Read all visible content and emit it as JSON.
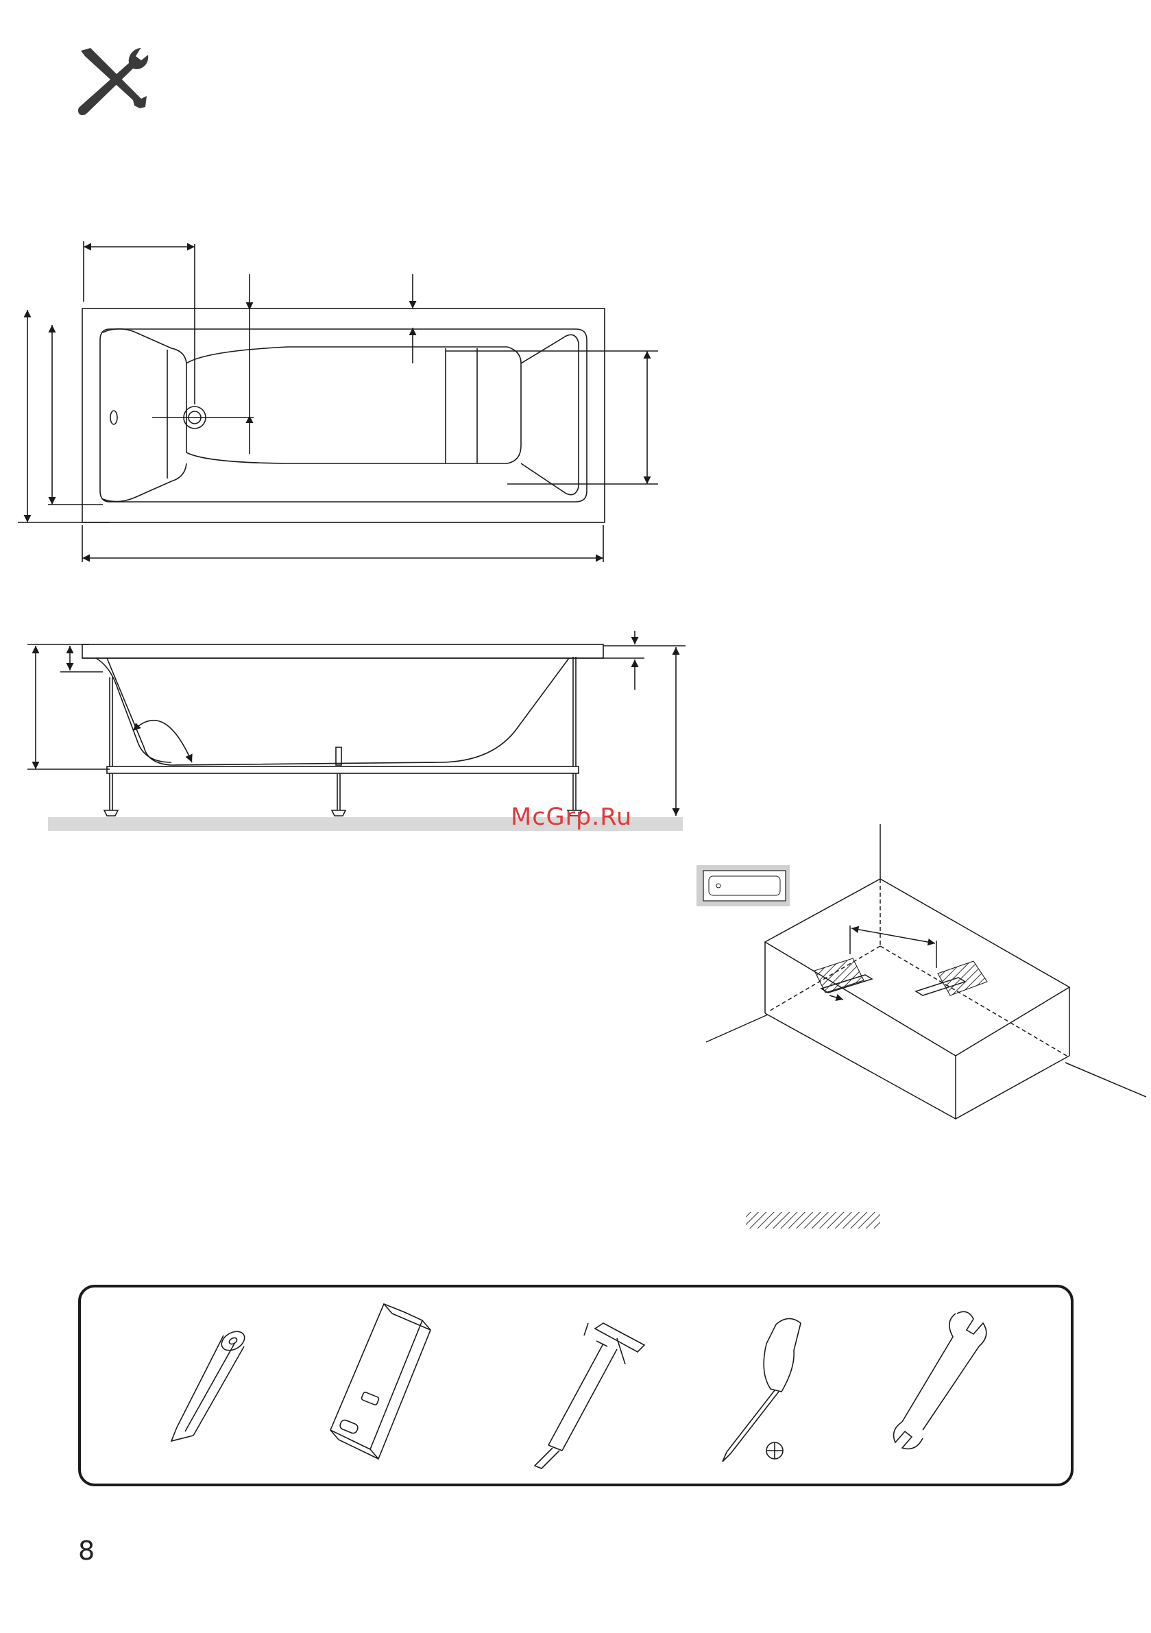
{
  "page": {
    "number": "8"
  },
  "watermark": {
    "text": "McGrp.Ru",
    "color": "#e03a3a"
  },
  "header": {
    "icon": "tools-icon"
  },
  "figures": {
    "top_view": {
      "icon": "bathtub-top-view"
    },
    "side_view": {
      "icon": "bathtub-side-view"
    },
    "corner_install": {
      "icon": "corner-installation-diagram"
    },
    "hatch_legend": {
      "icon": "hatched-area-legend"
    }
  },
  "tools": [
    {
      "icon": "pencil-icon"
    },
    {
      "icon": "spirit-level-icon"
    },
    {
      "icon": "silicone-gun-icon"
    },
    {
      "icon": "screwdriver-icon"
    },
    {
      "icon": "wrench-icon"
    }
  ],
  "colors": {
    "ink": "#1a1a1a",
    "floor": "#d9d9d9",
    "icon": "#3a3a3a"
  }
}
